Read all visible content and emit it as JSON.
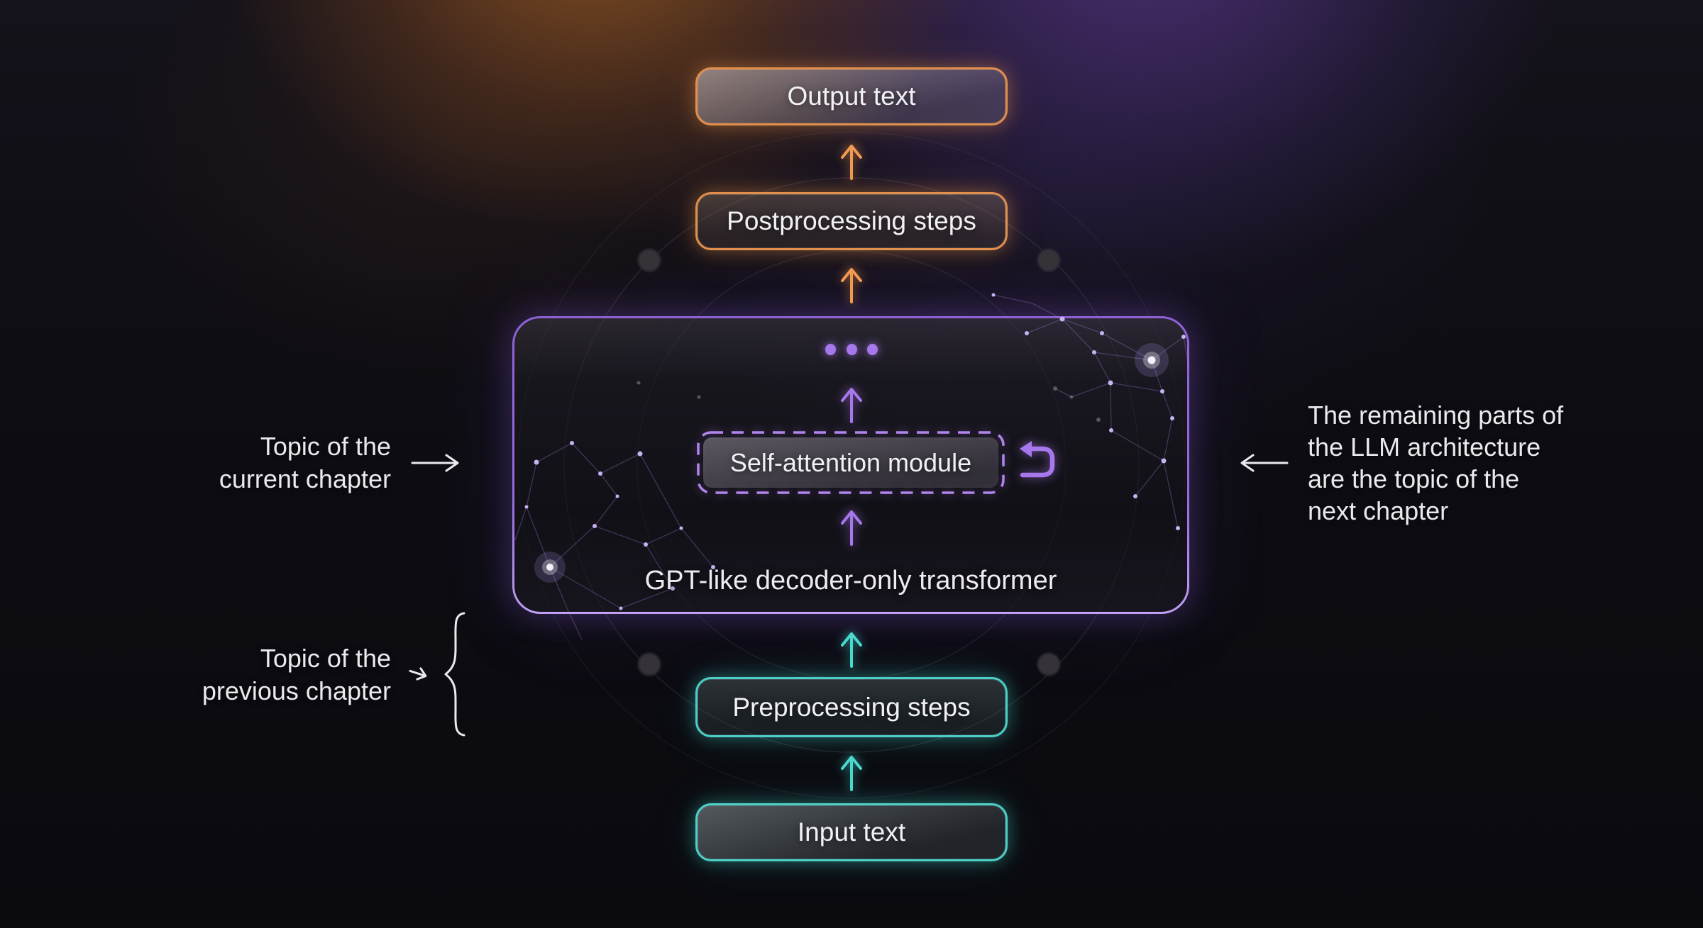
{
  "diagram": {
    "output_box": "Output text",
    "postprocessing_box": "Postprocessing steps",
    "transformer_panel_caption": "GPT-like decoder-only transformer",
    "self_attention_box": "Self-attention module",
    "preprocessing_box": "Preprocessing steps",
    "input_box": "Input text",
    "ellipsis_dot_count": 3
  },
  "annotations": {
    "current_chapter": {
      "lines": [
        "Topic of the",
        "current chapter"
      ]
    },
    "previous_chapter": {
      "lines": [
        "Topic of the",
        "previous chapter"
      ]
    },
    "next_chapter": {
      "lines": [
        "The remaining parts of",
        "the LLM architecture",
        "are the topic of the",
        "next chapter"
      ]
    }
  },
  "icons": {
    "self_attention_loop": "loop-back-arrow",
    "flow_arrows": "arrow-up",
    "current_chapter_pointer": "arrow-right",
    "previous_chapter_pointer": "arrow-right-with-brace",
    "next_chapter_pointer": "arrow-left"
  },
  "theme": {
    "orange": "#F09A52",
    "teal": "#4BD9CE",
    "purple": "#A678EC",
    "purple_border": "#9568DC",
    "text_color": "#F1F0F4"
  }
}
